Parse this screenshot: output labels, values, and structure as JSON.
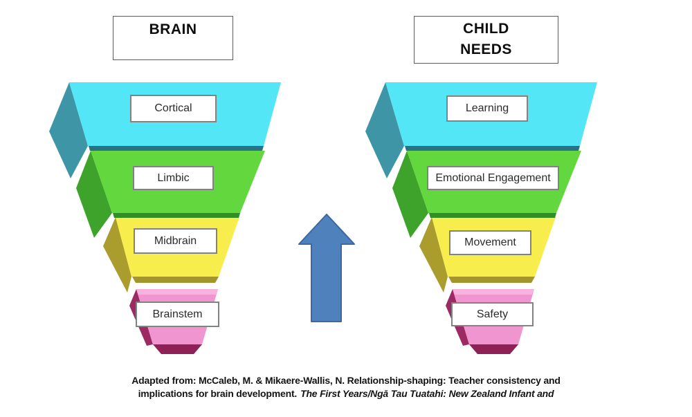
{
  "titles": {
    "left": "BRAIN",
    "right_line1": "CHILD",
    "right_line2": "NEEDS"
  },
  "left_pyramid": {
    "title": "BRAIN",
    "layers": [
      {
        "label": "Cortical"
      },
      {
        "label": "Limbic"
      },
      {
        "label": "Midbrain"
      },
      {
        "label": "Brainstem"
      }
    ]
  },
  "right_pyramid": {
    "title": "CHILD NEEDS",
    "layers": [
      {
        "label": "Learning"
      },
      {
        "label": "Emotional Engagement"
      },
      {
        "label": "Movement"
      },
      {
        "label": "Safety"
      }
    ]
  },
  "arrow": {
    "icon": "up-arrow-icon",
    "direction": "up"
  },
  "colors": {
    "tier1": {
      "front": "#52e6f6",
      "side": "#3d95a5",
      "strip": "#2a7183"
    },
    "tier2": {
      "front": "#63d83e",
      "side": "#3da32a",
      "strip": "#2f8f22"
    },
    "tier3": {
      "front": "#f7ee4e",
      "side": "#ab9c2e",
      "strip": "#a3952b"
    },
    "tier4": {
      "front": "#f095cf",
      "side": "#9c2a63",
      "strip": "#8e2257",
      "top": "#f6b3dd"
    },
    "arrow_fill": "#4f81bd",
    "arrow_stroke": "#3c689f"
  },
  "citation": {
    "line1": "Adapted from: McCaleb, M. & Mikaere-Wallis, N. Relationship-shaping: Teacher consistency and",
    "line2_normal": "implications for brain development.",
    "line2_italic": "The First Years/Ngā Tau Tuatahi: New Zealand Infant and"
  }
}
